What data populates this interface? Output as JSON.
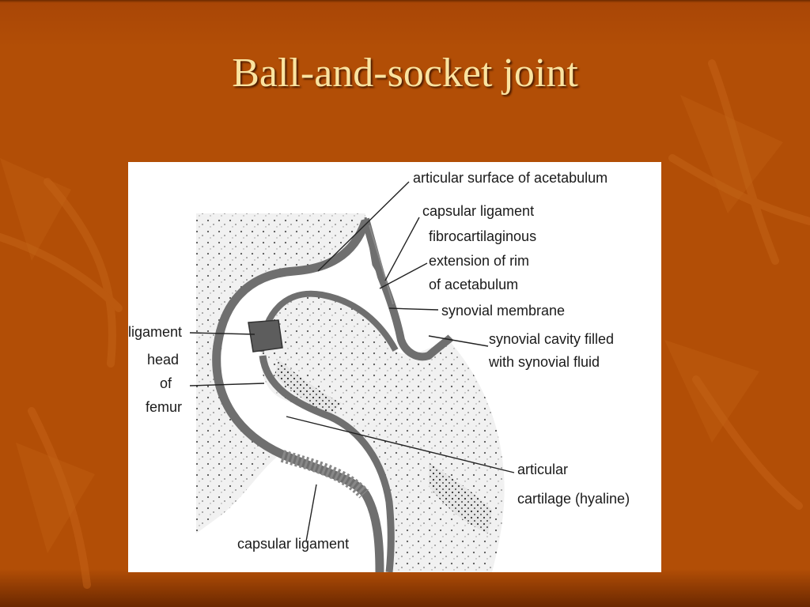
{
  "slide": {
    "title": "Ball-and-socket joint",
    "colors": {
      "background": "#B24E06",
      "title": "#FAE3A0",
      "panel": "#FFFFFF"
    }
  },
  "diagram": {
    "labels": {
      "articular_surface": "articular surface of acetabulum",
      "capsular_ligament_top": "capsular ligament",
      "fibro_line1": "fibrocartilaginous",
      "fibro_line2": "extension of rim",
      "fibro_line3": "of acetabulum",
      "synovial_membrane": "synovial membrane",
      "synovial_cavity_line1": "synovial cavity filled",
      "synovial_cavity_line2": "with synovial fluid",
      "ligament": "ligament",
      "head_line1": "head",
      "head_line2": "of",
      "head_line3": "femur",
      "articular_cartilage_line1": "articular",
      "articular_cartilage_line2": "cartilage (hyaline)",
      "capsular_ligament_bottom": "capsular ligament"
    }
  }
}
